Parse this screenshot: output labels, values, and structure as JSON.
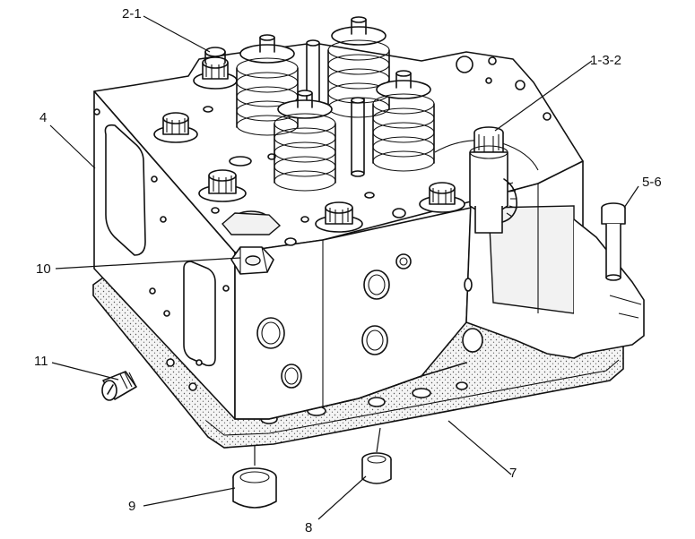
{
  "callouts": {
    "c1": "2-1",
    "c2": "1-3-2",
    "c3": "4",
    "c4": "5-6",
    "c5": "10",
    "c6": "11",
    "c7": "7",
    "c8": "9",
    "c9": "8"
  },
  "colors": {
    "line": "#111111",
    "background": "#ffffff",
    "gasket_fill": "#ececec"
  }
}
